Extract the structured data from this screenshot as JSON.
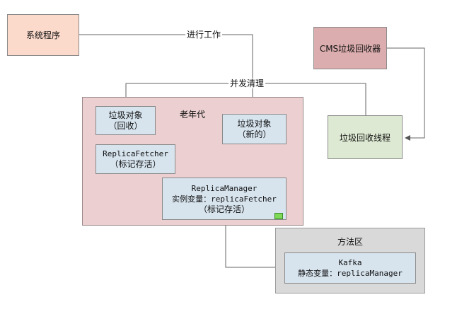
{
  "nodes": {
    "system_program": "系统程序",
    "cms_collector": "CMS垃圾回收器",
    "gc_thread": "垃圾回收线程",
    "old_gen": "老年代",
    "garbage_collected": [
      "垃圾对象",
      "（回收）"
    ],
    "garbage_new": [
      "垃圾对象",
      "（新的）"
    ],
    "replica_fetcher": [
      "ReplicaFetcher",
      "（标记存活）"
    ],
    "replica_manager": [
      "ReplicaManager",
      "实例变量：replicaFetcher",
      "（标记存活）"
    ],
    "method_area": "方法区",
    "kafka": [
      "Kafka",
      "静态变量：replicaManager"
    ]
  },
  "edges": {
    "work_label": "进行工作",
    "concurrent_clean_label": "并发清理"
  },
  "colors": {
    "system_program_fill": "#fbd9cb",
    "cms_fill": "#dcadae",
    "gc_thread_fill": "#dde9d2",
    "old_gen_fill": "#eccfd0",
    "method_area_fill": "#d9d9d9",
    "inner_box_fill": "#d7e4ee",
    "annotation_red": "#e03030"
  }
}
